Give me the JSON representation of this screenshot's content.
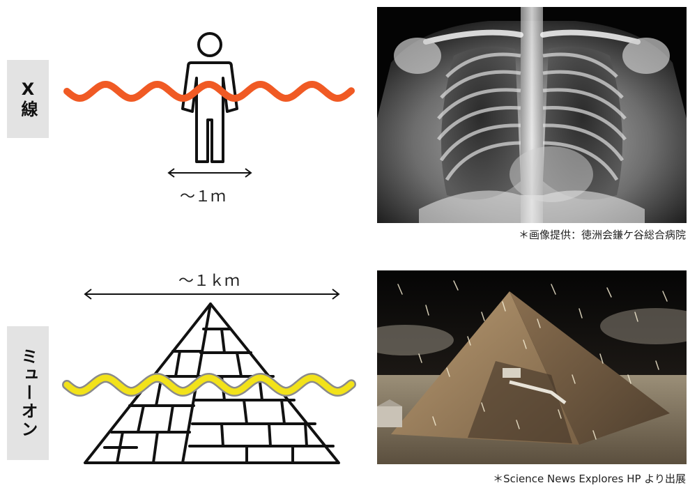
{
  "rows": {
    "xray": {
      "label": "X線",
      "scale": "～１ｍ",
      "caption": "＊画像提供：徳洲会鎌ケ谷総合病院",
      "wave_color": "#f05a24"
    },
    "muon": {
      "label": "ミューオン",
      "scale": "～１ｋｍ",
      "caption": "＊Science News Explores HP より出展",
      "wave_color": "#f2e21a"
    }
  },
  "icons": [
    "person-icon",
    "pyramid-icon",
    "double-arrow-icon"
  ],
  "photos": [
    "chest-xray-photo",
    "pyramid-muon-photo"
  ]
}
